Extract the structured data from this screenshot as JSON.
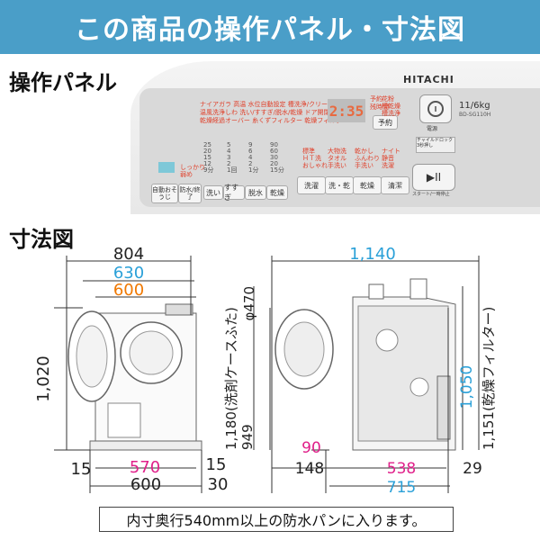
{
  "banner": {
    "title": "この商品の操作パネル・寸法図"
  },
  "panel_section": {
    "title": "操作パネル"
  },
  "dims_section": {
    "title": "寸法図"
  },
  "panel": {
    "brand": "HITACHI",
    "capacity": "11/6kg",
    "model": "BD-SG110H",
    "lcd": "2:35",
    "yoyaku": "予約",
    "power_label": "電源",
    "chpanel": "チャイルドロック 3秒押し",
    "start_symbol": "▶II",
    "start_label": "スタート/一時停止",
    "program_lines": [
      [
        "ナイアガラ",
        "高温",
        "水位自動設定",
        "槽洗浄/クリーナー"
      ],
      [
        "温風洗浄しわ",
        "洗い/すすぎ/脱水/乾燥",
        "ドア開閉確認"
      ],
      [
        "乾燥経過オーバー",
        "糸くずフィルター",
        "乾燥フィルター"
      ]
    ],
    "side_labels": [
      "予約",
      "残時間",
      "脱水"
    ],
    "grid": {
      "col1": [
        "25",
        "20",
        "15",
        "12",
        "9分"
      ],
      "col2": [
        "5",
        "4",
        "3",
        "2",
        "1回"
      ],
      "col3": [
        "9",
        "6",
        "4",
        "2",
        "1分"
      ],
      "col4": [
        "90",
        "60",
        "30",
        "20",
        "15分"
      ]
    },
    "left_text": [
      "しっかり",
      "弱め"
    ],
    "mode_groups": [
      [
        "標準",
        "ＨＴ洗",
        "おしゃれ"
      ],
      [
        "大物洗",
        "タオル",
        "手洗い"
      ],
      [
        "乾かし",
        "ふんわり",
        "手洗い"
      ],
      [
        "ナイト",
        "静音",
        "洗濯"
      ],
      [
        "花粉",
        "槽乾燥",
        "槽洗浄"
      ]
    ],
    "buttons": [
      "自動おそうじ",
      "防水/終了",
      "洗い",
      "すすぎ",
      "脱水",
      "乾燥"
    ],
    "course_buttons": [
      "洗濯",
      "洗・乾",
      "乾燥",
      "清潔"
    ]
  },
  "dims": {
    "front_width_total": "804",
    "front_width_mid": "630",
    "front_width_inner": "600",
    "front_height": "1,020",
    "front_bottom_left": "15",
    "front_bottom_mid": "570",
    "front_bottom_right": "15",
    "front_bottom_width": "600",
    "front_bottom_extra": "30",
    "door_dia": "φ470",
    "case_height": "1,180(洗剤ケースふた)",
    "door_height": "949",
    "side_width": "1,140",
    "side_height_blue": "1,050",
    "side_height_filter": "1,151(乾燥フィルター)",
    "side_bottom_90": "90",
    "side_bottom_148": "148",
    "side_bottom_538": "538",
    "side_bottom_29": "29",
    "side_bottom_715": "715"
  },
  "note": "内寸奥行540mm以上の防水パンに入ります。",
  "colors": {
    "banner": "#4a9ec8",
    "blue": "#2aa0d8",
    "orange": "#f07800",
    "magenta": "#e0208a",
    "red": "#e0402a"
  }
}
